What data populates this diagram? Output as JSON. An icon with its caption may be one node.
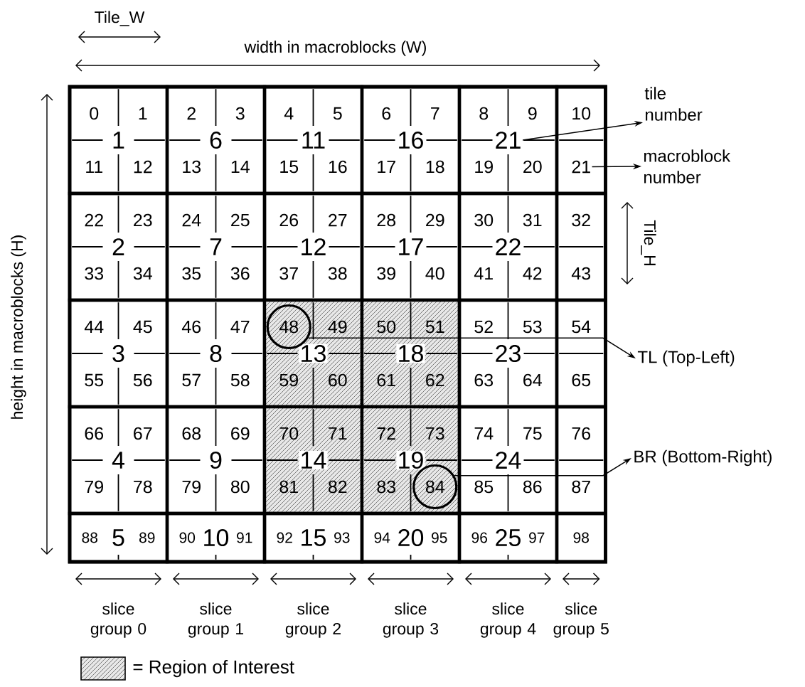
{
  "diagram": {
    "nodes": [
      {
        "text": [
          "1"
        ]
      },
      {
        "text": [
          "0"
        ],
        "in": 0
      },
      {
        "text": [
          "1"
        ],
        "in": 0
      },
      {
        "text": [
          "11"
        ],
        "in": 0
      },
      {
        "text": [
          "12"
        ],
        "in": 0
      },
      {
        "text": [
          "6"
        ]
      },
      {
        "text": [
          "2"
        ],
        "in": 5
      },
      {
        "text": [
          "3"
        ],
        "in": 5
      },
      {
        "text": [
          "13"
        ],
        "in": 5
      },
      {
        "text": [
          "14"
        ],
        "in": 5
      },
      {
        "text": [
          "11"
        ]
      },
      {
        "text": [
          "4"
        ],
        "in": 10
      },
      {
        "text": [
          "5"
        ],
        "in": 10
      },
      {
        "text": [
          "15"
        ],
        "in": 10
      },
      {
        "text": [
          "16"
        ],
        "in": 10
      },
      {
        "text": [
          "16"
        ]
      },
      {
        "text": [
          "6"
        ],
        "in": 15
      },
      {
        "text": [
          "7"
        ],
        "in": 15
      },
      {
        "text": [
          "17"
        ],
        "in": 15
      },
      {
        "text": [
          "18"
        ],
        "in": 15
      },
      {
        "text": [
          "21"
        ]
      },
      {
        "text": [
          "8"
        ],
        "in": 20
      },
      {
        "text": [
          "9"
        ],
        "in": 20
      },
      {
        "text": [
          "19"
        ],
        "in": 20
      },
      {
        "text": [
          "20"
        ],
        "in": 20
      },
      {
        "text": [],
        "shape": "box"
      },
      {
        "text": [
          "10"
        ],
        "in": 25
      },
      {
        "text": [
          "21"
        ],
        "in": 25
      },
      {
        "text": [
          "2"
        ]
      },
      {
        "text": [
          "22"
        ],
        "in": 28
      },
      {
        "text": [
          "23"
        ],
        "in": 28
      },
      {
        "text": [
          "33"
        ],
        "in": 28
      },
      {
        "text": [
          "34"
        ],
        "in": 28
      },
      {
        "text": [
          "7"
        ]
      },
      {
        "text": [
          "24"
        ],
        "in": 33
      },
      {
        "text": [
          "25"
        ],
        "in": 33
      },
      {
        "text": [
          "35"
        ],
        "in": 33
      },
      {
        "text": [
          "36"
        ],
        "in": 33
      },
      {
        "text": [
          "12"
        ]
      },
      {
        "text": [
          "26"
        ],
        "in": 38
      },
      {
        "text": [
          "27"
        ],
        "in": 38
      },
      {
        "text": [
          "37"
        ],
        "in": 38
      },
      {
        "text": [
          "38"
        ],
        "in": 38
      },
      {
        "text": [
          "17"
        ]
      },
      {
        "text": [
          "28"
        ],
        "in": 43
      },
      {
        "text": [
          "29"
        ],
        "in": 43
      },
      {
        "text": [
          "39"
        ],
        "in": 43
      },
      {
        "text": [
          "40"
        ],
        "in": 43
      },
      {
        "text": [
          "22"
        ]
      },
      {
        "text": [
          "30"
        ],
        "in": 48
      },
      {
        "text": [
          "31"
        ],
        "in": 48
      },
      {
        "text": [
          "41"
        ],
        "in": 48
      },
      {
        "text": [
          "42"
        ],
        "in": 48
      },
      {
        "text": [],
        "shape": "box"
      },
      {
        "text": [
          "32"
        ],
        "in": 53
      },
      {
        "text": [
          "43"
        ],
        "in": 53
      },
      {
        "text": [
          "3"
        ]
      },
      {
        "text": [
          "44"
        ],
        "in": 56
      },
      {
        "text": [
          "45"
        ],
        "in": 56
      },
      {
        "text": [
          "55"
        ],
        "in": 56
      },
      {
        "text": [
          "56"
        ],
        "in": 56
      },
      {
        "text": [
          "8"
        ]
      },
      {
        "text": [
          "46"
        ],
        "in": 61
      },
      {
        "text": [
          "47"
        ],
        "in": 61
      },
      {
        "text": [
          "57"
        ],
        "in": 61
      },
      {
        "text": [
          "58"
        ],
        "in": 61
      },
      {
        "text": [
          "13"
        ]
      },
      {
        "text": [
          "48"
        ],
        "in": 129
      },
      {
        "text": [
          "49"
        ],
        "in": 66
      },
      {
        "text": [
          "59"
        ],
        "in": 66
      },
      {
        "text": [
          "60"
        ],
        "in": 66
      },
      {
        "text": [
          "18"
        ]
      },
      {
        "text": [
          "50"
        ],
        "in": 71
      },
      {
        "text": [
          "51"
        ],
        "in": 71
      },
      {
        "text": [
          "61"
        ],
        "in": 71
      },
      {
        "text": [
          "62"
        ],
        "in": 71
      },
      {
        "text": [
          "23"
        ]
      },
      {
        "text": [
          "52"
        ],
        "in": 76
      },
      {
        "text": [
          "53"
        ],
        "in": 76
      },
      {
        "text": [
          "63"
        ],
        "in": 76
      },
      {
        "text": [
          "64"
        ],
        "in": 76
      },
      {
        "text": [],
        "shape": "box"
      },
      {
        "text": [
          "54"
        ],
        "in": 81
      },
      {
        "text": [
          "65"
        ],
        "in": 81
      },
      {
        "text": [
          "4"
        ]
      },
      {
        "text": [
          "66"
        ],
        "in": 84
      },
      {
        "text": [
          "67"
        ],
        "in": 84
      },
      {
        "text": [
          "79"
        ],
        "in": 84
      },
      {
        "text": [
          "78"
        ],
        "in": 84
      },
      {
        "text": [
          "9"
        ]
      },
      {
        "text": [
          "68"
        ],
        "in": 89
      },
      {
        "text": [
          "69"
        ],
        "in": 89
      },
      {
        "text": [
          "79"
        ],
        "in": 89
      },
      {
        "text": [
          "80"
        ],
        "in": 89
      },
      {
        "text": [
          "14"
        ]
      },
      {
        "text": [
          "70"
        ],
        "in": 94
      },
      {
        "text": [
          "71"
        ],
        "in": 94
      },
      {
        "text": [
          "81"
        ],
        "in": 94
      },
      {
        "text": [
          "82"
        ],
        "in": 94
      },
      {
        "text": [
          "19"
        ]
      },
      {
        "text": [
          "72"
        ],
        "in": 99
      },
      {
        "text": [
          "73"
        ],
        "in": 99
      },
      {
        "text": [
          "83"
        ],
        "in": 99
      },
      {
        "text": [
          "84"
        ],
        "in": 130
      },
      {
        "text": [
          "24"
        ]
      },
      {
        "text": [
          "74"
        ],
        "in": 104
      },
      {
        "text": [
          "75"
        ],
        "in": 104
      },
      {
        "text": [
          "85"
        ],
        "in": 104
      },
      {
        "text": [
          "86"
        ],
        "in": 104
      },
      {
        "text": [],
        "shape": "box"
      },
      {
        "text": [
          "76"
        ],
        "in": 109
      },
      {
        "text": [
          "87"
        ],
        "in": 109
      },
      {
        "text": [
          "5"
        ]
      },
      {
        "text": [
          "88"
        ],
        "in": 112
      },
      {
        "text": [
          "89"
        ],
        "in": 112
      },
      {
        "text": [
          "10"
        ]
      },
      {
        "text": [
          "90"
        ],
        "in": 115
      },
      {
        "text": [
          "91"
        ],
        "in": 115
      },
      {
        "text": [
          "15"
        ]
      },
      {
        "text": [
          "92"
        ],
        "in": 118
      },
      {
        "text": [
          "93"
        ],
        "in": 118
      },
      {
        "text": [
          "20"
        ]
      },
      {
        "text": [
          "94"
        ],
        "in": 121
      },
      {
        "text": [
          "95"
        ],
        "in": 121
      },
      {
        "text": [
          "25"
        ]
      },
      {
        "text": [
          "96"
        ],
        "in": 124
      },
      {
        "text": [
          "97"
        ],
        "in": 124
      },
      {
        "text": [],
        "shape": "box"
      },
      {
        "text": [
          "98"
        ],
        "in": 127
      },
      {
        "text": [],
        "shape": "circle",
        "in": 66
      },
      {
        "text": [],
        "shape": "circle",
        "in": 99
      },
      {
        "text": [
          "tile number"
        ]
      },
      {
        "text": [
          "macroblock number"
        ]
      },
      {
        "text": [
          "TL (Top-Left)"
        ]
      },
      {
        "text": [
          "BR (Bottom-Right)"
        ]
      }
    ],
    "edges": [
      {
        "from": 20,
        "to": 131,
        "arrow": "to"
      },
      {
        "from": 27,
        "to": 132,
        "arrow": "to"
      },
      {
        "from": 129,
        "to": 133,
        "arrow": "to"
      },
      {
        "from": 130,
        "to": 134,
        "arrow": "to"
      }
    ],
    "labels": [
      "Tile_W",
      "width in macroblocks (W)",
      "height in macroblocks (H)",
      "Tile_H",
      "slice group 0",
      "slice group 1",
      "slice group 2",
      "slice group 3",
      "slice group 4",
      "slice group 5"
    ],
    "legend": [
      {
        "text": "= Region of Interest"
      }
    ]
  }
}
